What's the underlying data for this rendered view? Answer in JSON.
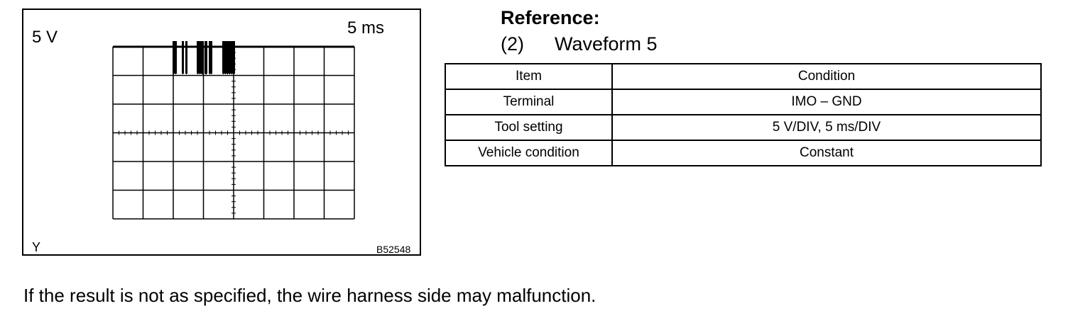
{
  "scope": {
    "volt_label": "5 V",
    "time_label": "5 ms",
    "y_label": "Y",
    "figure_id": "B52548"
  },
  "reference": {
    "heading": "Reference:",
    "item_number": "(2)",
    "item_title": "Waveform 5"
  },
  "table": {
    "headers": [
      "Item",
      "Condition"
    ],
    "rows": [
      [
        "Terminal",
        "IMO – GND"
      ],
      [
        "Tool setting",
        "5 V/DIV, 5 ms/DIV"
      ],
      [
        "Vehicle condition",
        "Constant"
      ]
    ]
  },
  "footer": {
    "note": "If the result is not as specified, the wire harness side may malfunction."
  }
}
